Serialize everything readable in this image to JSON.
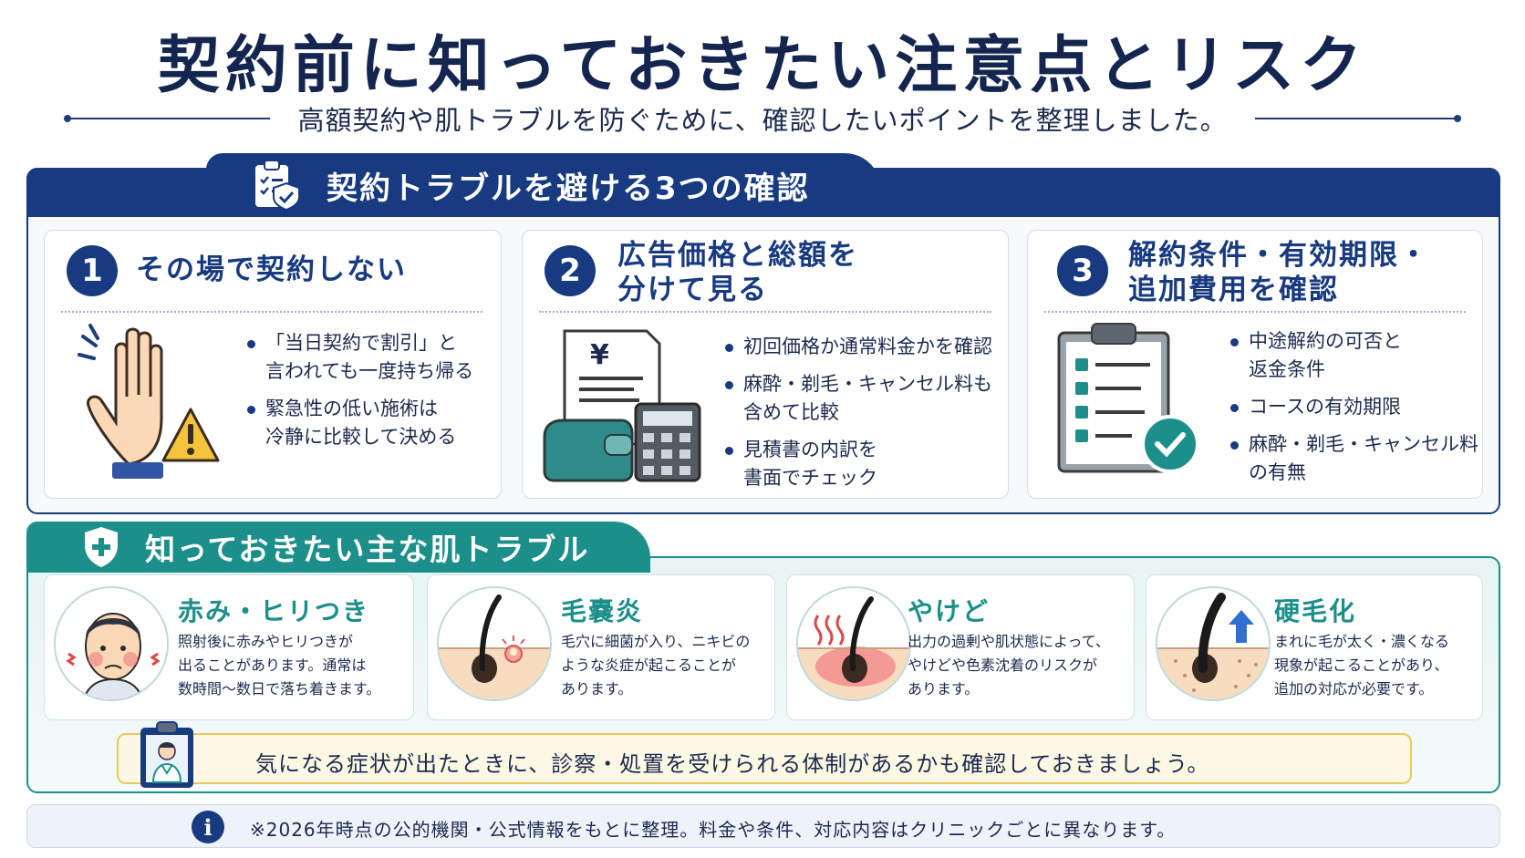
{
  "header": {
    "title": "契約前に知っておきたい注意点とリスク",
    "subtitle": "高額契約や肌トラブルを防ぐために、確認したいポイントを整理しました。"
  },
  "contract_section": {
    "title": "契約トラブルを避ける3つの確認",
    "icon": "clipboard-check-icon",
    "cards": [
      {
        "number": "1",
        "title_lines": [
          "その場で契約しない"
        ],
        "icon": "raised-hand-warning-icon",
        "bullets": [
          [
            "「当日契約で割引」と",
            "言われても一度持ち帰る"
          ],
          [
            "緊急性の低い施術は",
            "冷静に比較して決める"
          ]
        ]
      },
      {
        "number": "2",
        "title_lines": [
          "広告価格と総額を",
          "分けて見る"
        ],
        "icon": "invoice-wallet-calculator-icon",
        "bullets": [
          [
            "初回価格か通常料金かを確認"
          ],
          [
            "麻酔・剃毛・キャンセル料も",
            "含めて比較"
          ],
          [
            "見積書の内訳を",
            "書面でチェック"
          ]
        ]
      },
      {
        "number": "3",
        "title_lines": [
          "解約条件・有効期限・",
          "追加費用を確認"
        ],
        "icon": "checklist-clipboard-icon",
        "bullets": [
          [
            "中途解約の可否と",
            "返金条件"
          ],
          [
            "コースの有効期限"
          ],
          [
            "麻酔・剃毛・キャンセル料",
            "の有無"
          ]
        ]
      }
    ]
  },
  "skin_section": {
    "title": "知っておきたい主な肌トラブル",
    "icon": "shield-plus-icon",
    "cards": [
      {
        "title": "赤み・ヒリつき",
        "icon": "irritated-face-icon",
        "lines": [
          "照射後に赤みやヒリつきが",
          "出ることがあります。通常は",
          "数時間〜数日で落ち着きます。"
        ]
      },
      {
        "title": "毛嚢炎",
        "icon": "follicle-bacteria-icon",
        "lines": [
          "毛穴に細菌が入り、ニキビの",
          "ような炎症が起こることが",
          "あります。"
        ]
      },
      {
        "title": "やけど",
        "icon": "follicle-burn-icon",
        "lines": [
          "出力の過剰や肌状態によって、",
          "やけどや色素沈着のリスクが",
          "あります。"
        ]
      },
      {
        "title": "硬毛化",
        "icon": "follicle-thick-hair-icon",
        "lines": [
          "まれに毛が太く・濃くなる",
          "現象が起こることがあり、",
          "追加の対応が必要です。"
        ]
      }
    ],
    "notice": "気になる症状が出たときに、診察・処置を受けられる体制があるかも確認しておきましょう。",
    "notice_icon": "doctor-clipboard-icon"
  },
  "footer": {
    "icon_label": "i",
    "text": "※2026年時点の公的機関・公式情報をもとに整理。料金や条件、対応内容はクリニックごとに異なります。"
  },
  "colors": {
    "navy": "#173a80",
    "teal": "#1c8f8a",
    "warning_yellow": "#f3c43b",
    "notice_border": "#e9c95a"
  }
}
